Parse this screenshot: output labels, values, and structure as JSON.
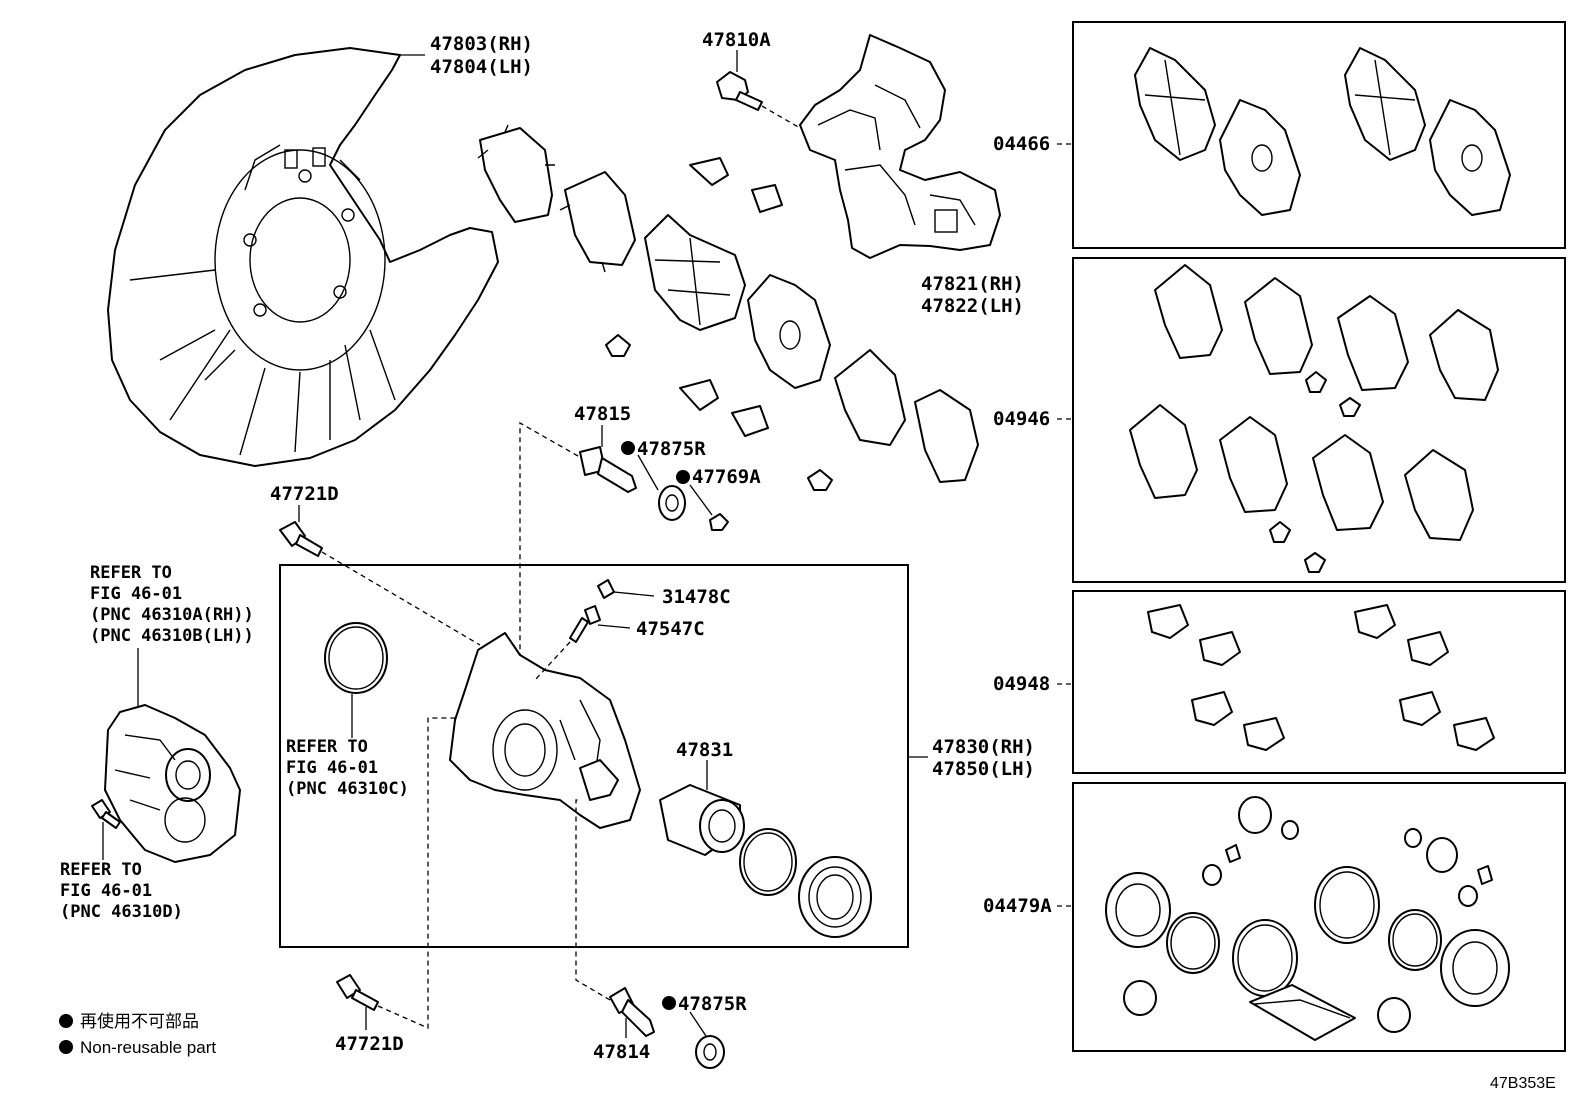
{
  "parts": {
    "shield": [
      "47803(RH)",
      "47804(LH)"
    ],
    "bolt_top": "47810A",
    "mounting": [
      "47821(RH)",
      "47822(LH)"
    ],
    "pin_upper": "47815",
    "boot_upper": "47875R",
    "cap": "47769A",
    "bolt_upper_left": "47721D",
    "bleeder_cap": "31478C",
    "bleeder": "47547C",
    "piston": "47831",
    "cylinder": [
      "47830(RH)",
      "47850(LH)"
    ],
    "bolt_lower_left": "47721D",
    "pin_lower": "47814",
    "boot_lower": "47875R"
  },
  "kits": [
    "04466",
    "04946",
    "04948",
    "04479A"
  ],
  "refs": {
    "ref1": [
      "REFER TO",
      "FIG 46-01",
      "(PNC 46310A(RH))",
      "(PNC 46310B(LH))"
    ],
    "ref2": [
      "REFER TO",
      "FIG 46-01",
      "(PNC 46310C)"
    ],
    "ref3": [
      "REFER TO",
      "FIG 46-01",
      "(PNC 46310D)"
    ]
  },
  "legend": {
    "jp": "再使用不可部品",
    "en": "Non-reusable part"
  },
  "diagram_id": "47B353E"
}
